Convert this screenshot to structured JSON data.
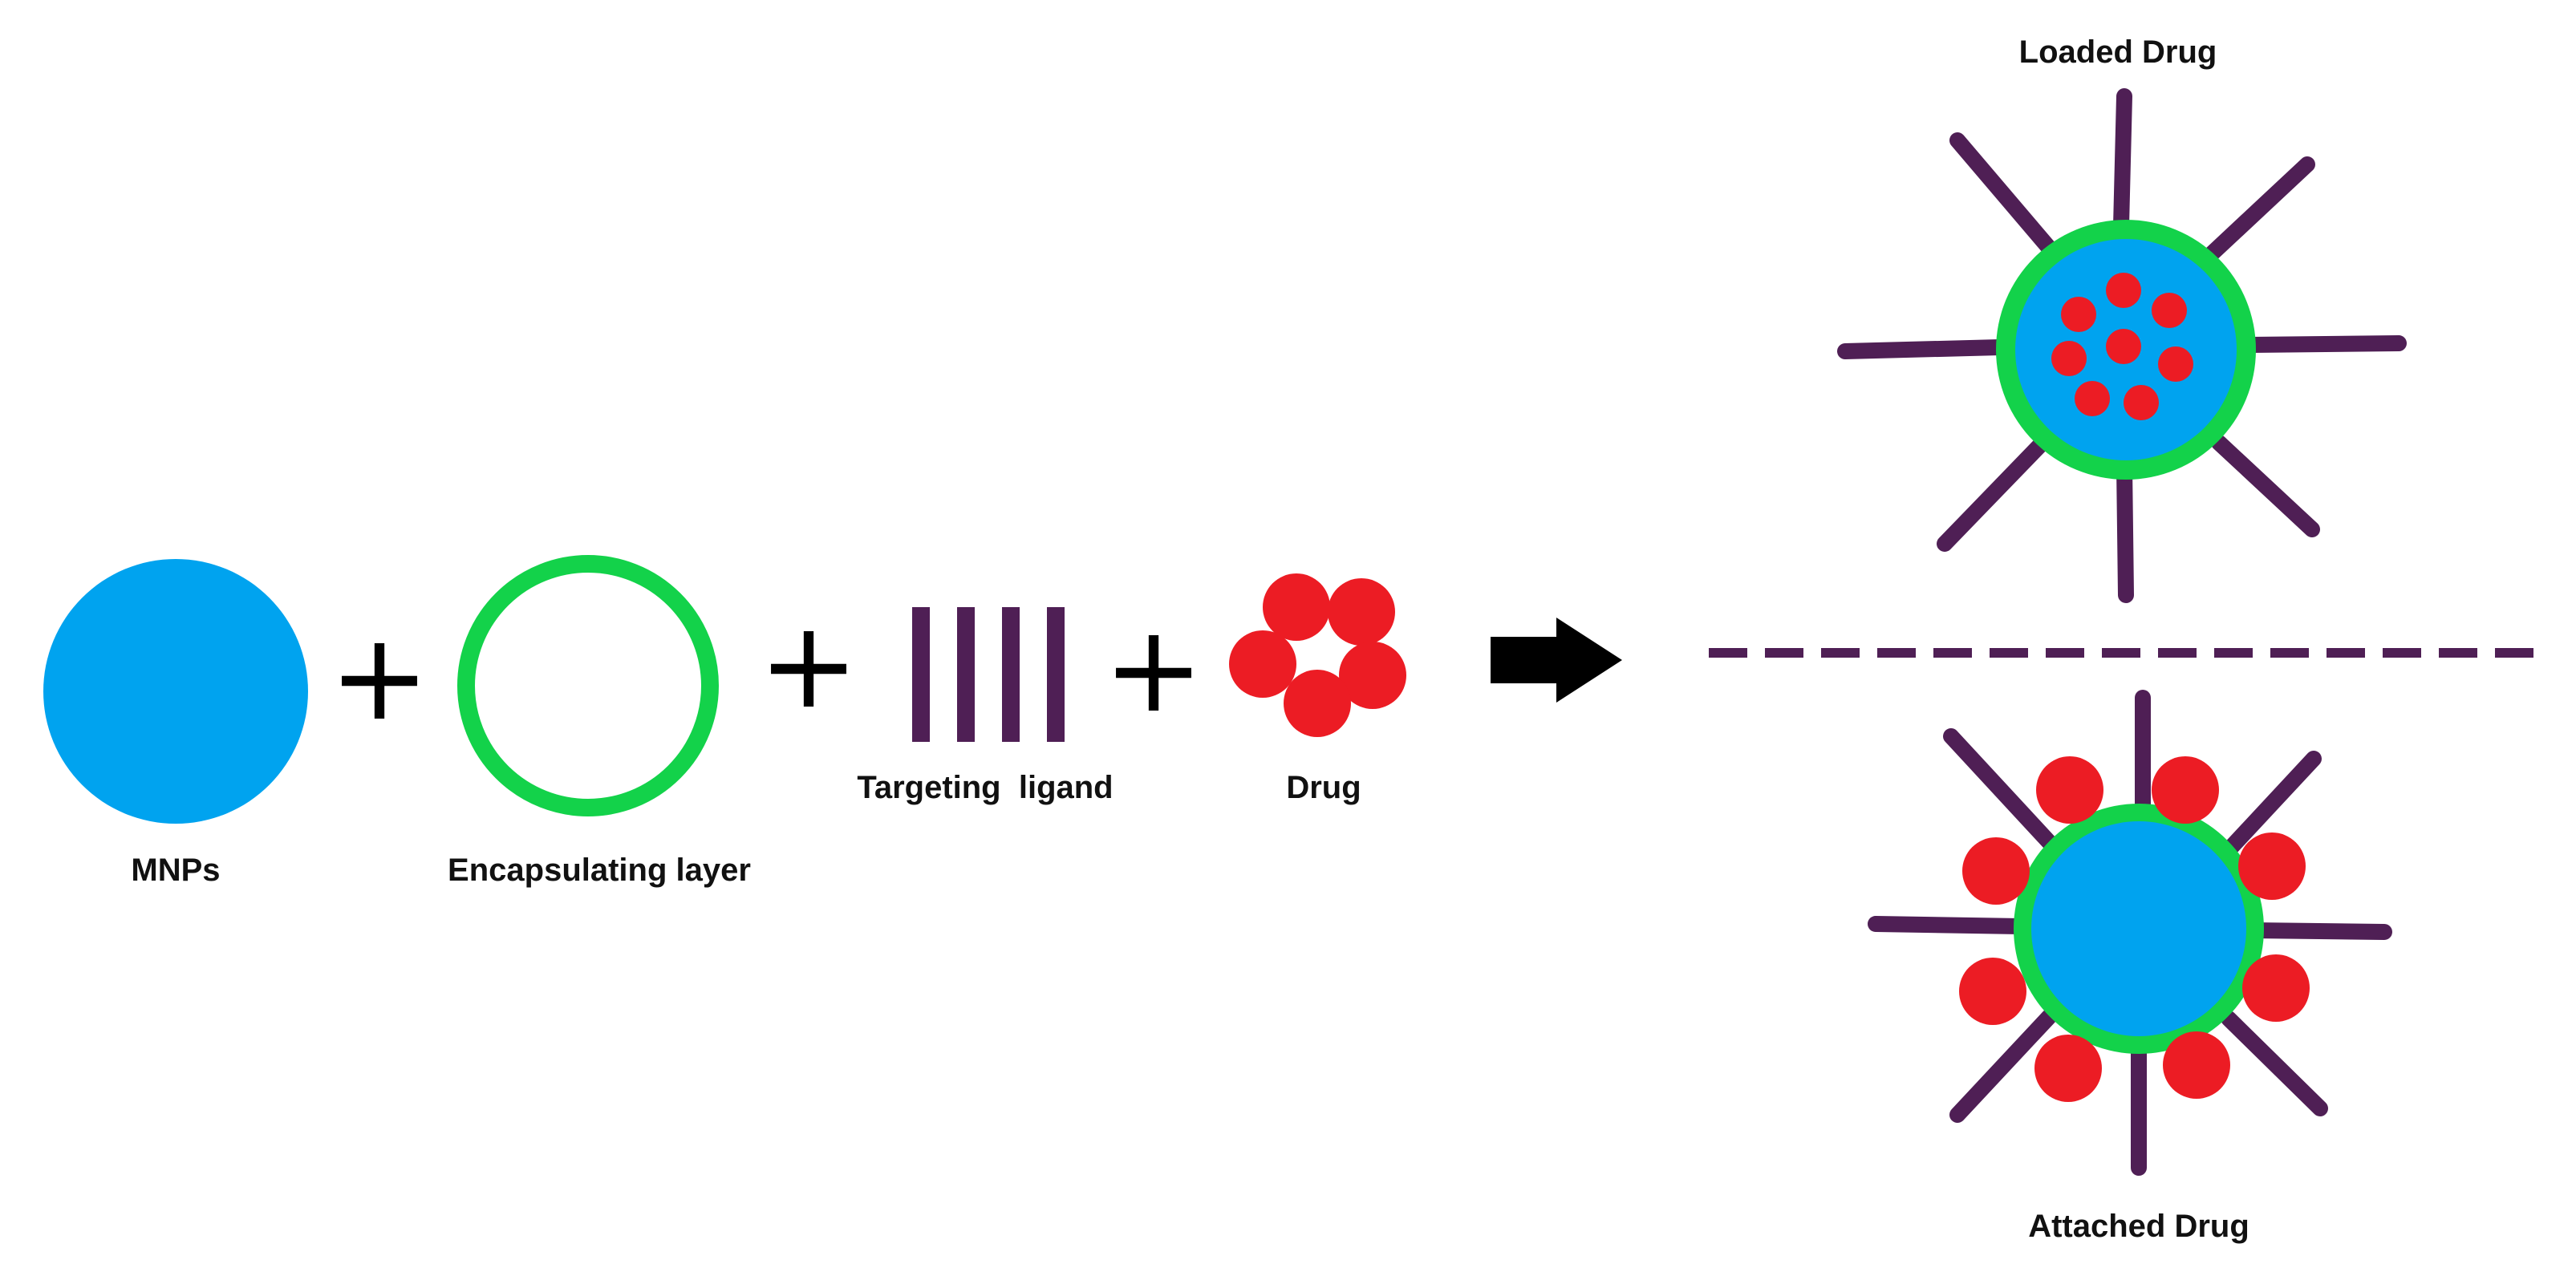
{
  "colors": {
    "mnp_fill": "#00a3ef",
    "encapsulating_layer": "#13d24a",
    "targeting_ligand": "#4f1f55",
    "drug": "#ec1c24",
    "arrow": "#000000",
    "text": "#111111",
    "background": "#ffffff"
  },
  "components": {
    "mnps": {
      "label": "MNPs",
      "icon": "filled-circle-icon"
    },
    "encapsulating_layer": {
      "label": "Encapsulating layer",
      "icon": "ring-icon"
    },
    "targeting_ligand": {
      "label": "Targeting  ligand",
      "icon": "vertical-bars-icon"
    },
    "drug": {
      "label": "Drug",
      "icon": "clustered-dots-icon"
    }
  },
  "operators": {
    "plus": "+",
    "arrow_icon": "right-arrow-icon"
  },
  "products": {
    "loaded": {
      "label": "Loaded Drug",
      "icon": "loaded-nanoparticle-icon"
    },
    "attached": {
      "label": "Attached Drug",
      "icon": "attached-nanoparticle-icon"
    },
    "separator_icon": "dashed-divider"
  }
}
